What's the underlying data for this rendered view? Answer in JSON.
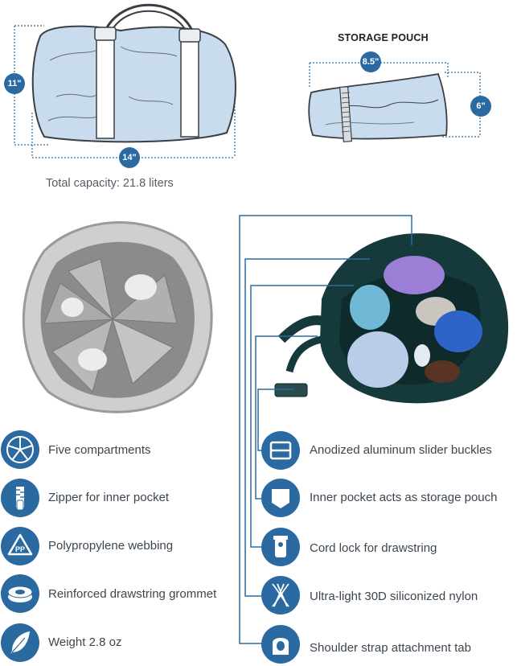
{
  "bag": {
    "height_label": "11\"",
    "width_label": "14\"",
    "capacity_text": "Total capacity: 21.8 liters"
  },
  "pouch": {
    "title": "STORAGE POUCH",
    "width_label": "8.5\"",
    "height_label": "6\""
  },
  "features_left": [
    {
      "icon": "pie-compartments-icon",
      "label": "Five compartments"
    },
    {
      "icon": "zipper-icon",
      "label": "Zipper for inner pocket"
    },
    {
      "icon": "recycle-pp-icon",
      "label": "Polypropylene webbing"
    },
    {
      "icon": "grommet-icon",
      "label": "Reinforced drawstring grommet"
    },
    {
      "icon": "feather-icon",
      "label": "Weight 2.8 oz"
    }
  ],
  "features_right": [
    {
      "icon": "slider-buckle-icon",
      "label": "Anodized aluminum slider buckles"
    },
    {
      "icon": "pocket-icon",
      "label": "Inner pocket acts as storage pouch"
    },
    {
      "icon": "cord-lock-icon",
      "label": "Cord lock for drawstring"
    },
    {
      "icon": "nylon-weave-icon",
      "label": "Ultra-light 30D siliconized nylon"
    },
    {
      "icon": "strap-tab-icon",
      "label": "Shoulder strap attachment tab"
    }
  ],
  "colors": {
    "accent": "#2b6aa0",
    "bag_fill": "#c8dced",
    "dark_bag": "#163a3c",
    "text": "#3c4650"
  }
}
